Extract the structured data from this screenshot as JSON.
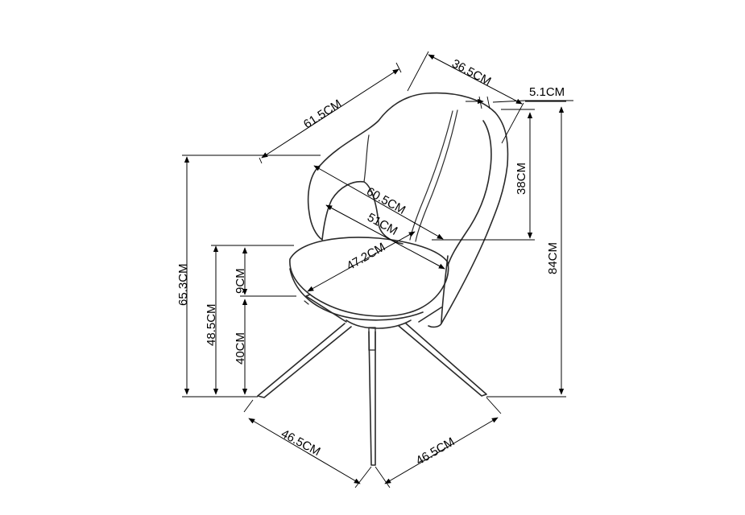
{
  "colors": {
    "line": "#2a2a2a",
    "text": "#000000",
    "background": "#ffffff"
  },
  "dimensions": {
    "back_width": "36.5CM",
    "back_thickness": "5.1CM",
    "overall_depth": "61.5CM",
    "arm_width": "60.5CM",
    "seat_width": "51CM",
    "seat_depth": "47.2CM",
    "backrest_height": "38CM",
    "total_height": "84CM",
    "armrest_height": "65.3CM",
    "seat_height": "48.5CM",
    "base_height": "40CM",
    "cushion_thickness": "9CM",
    "base_left": "46.5CM",
    "base_right": "46.5CM"
  }
}
